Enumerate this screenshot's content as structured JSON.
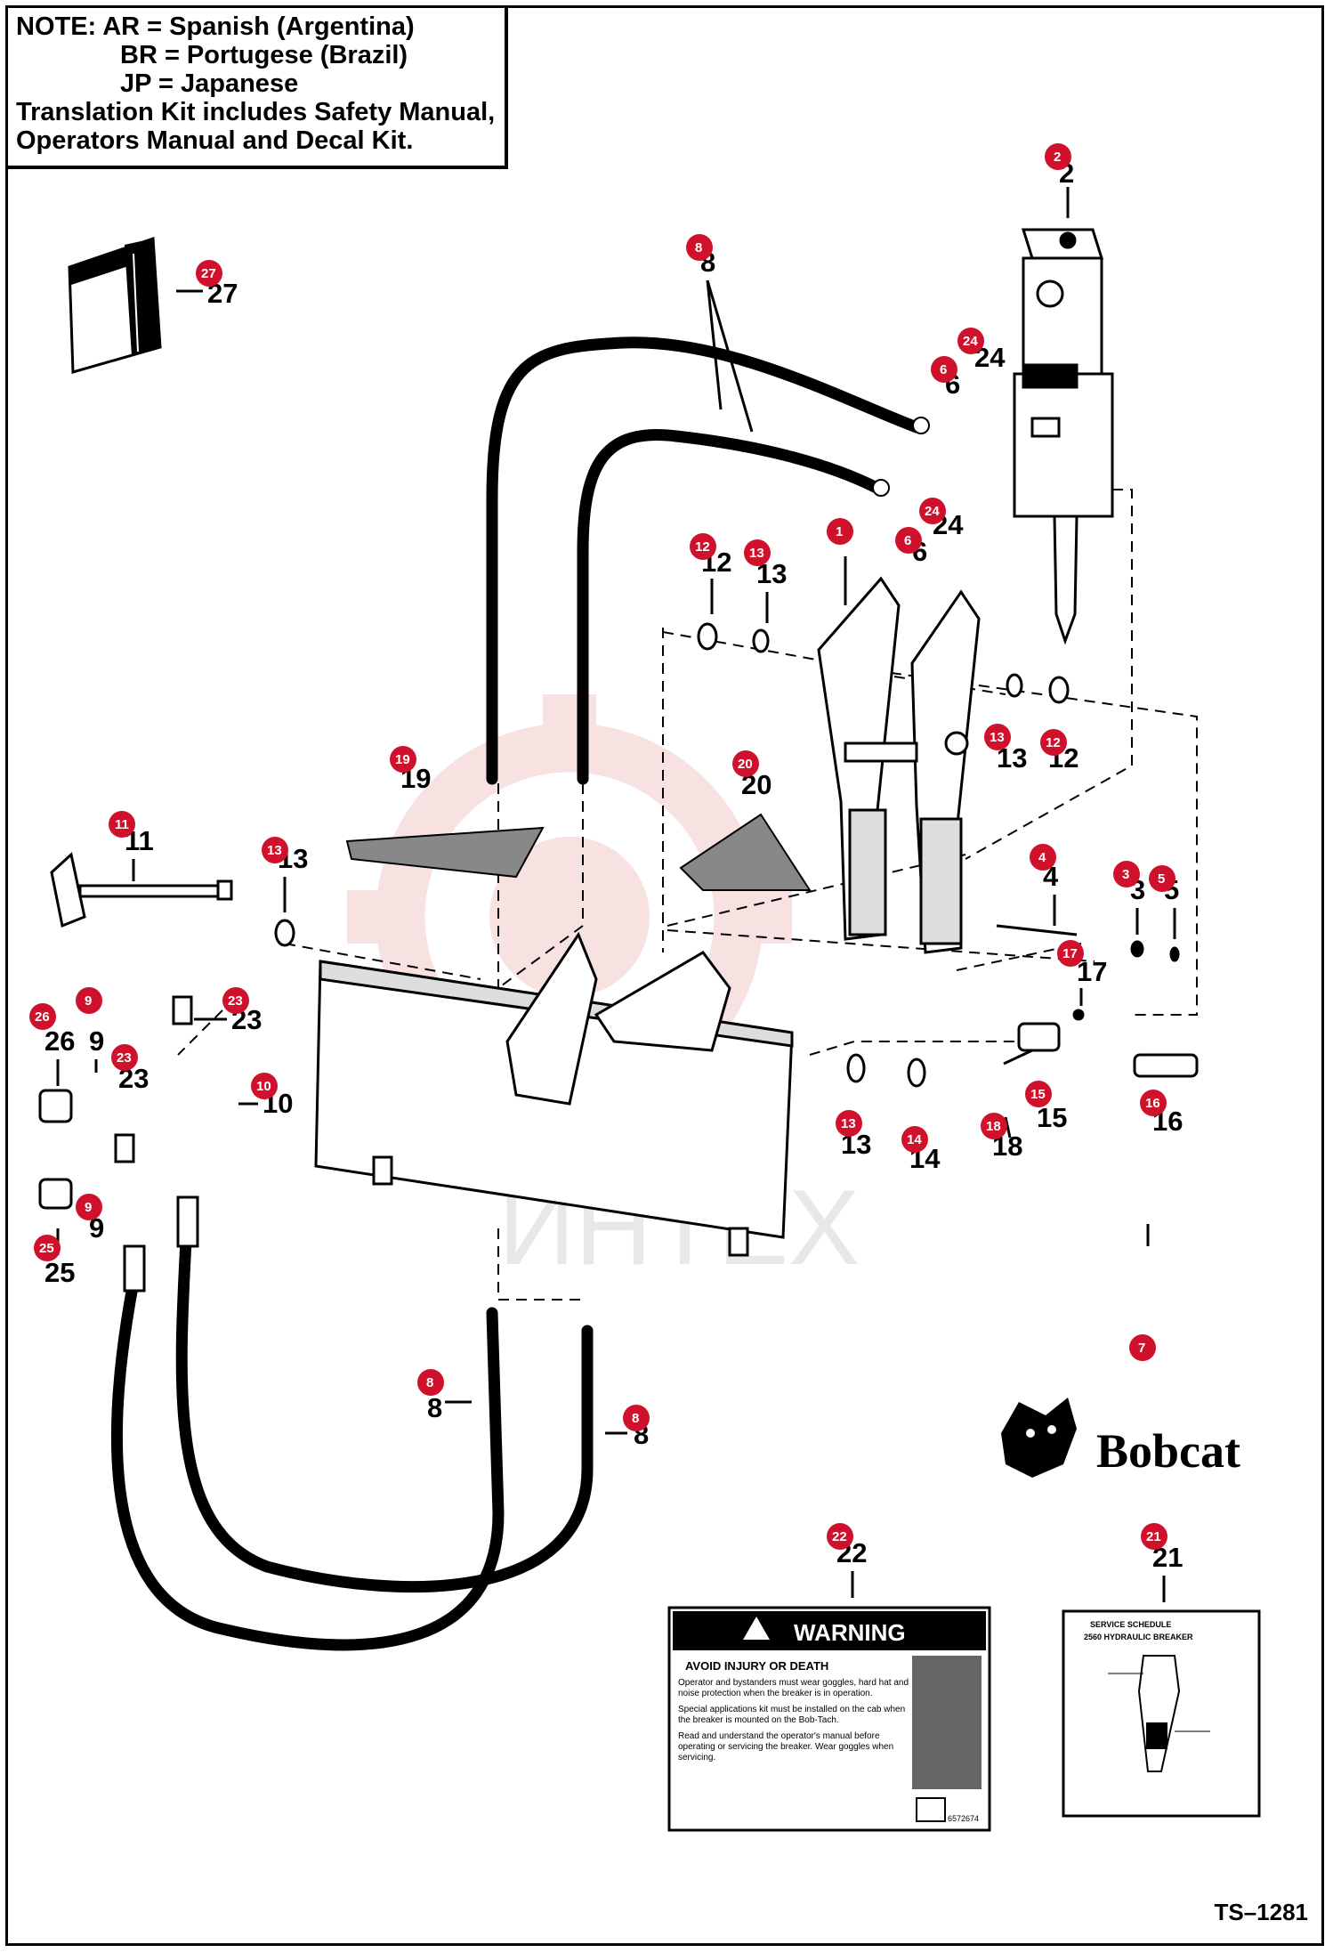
{
  "note": {
    "line1": "NOTE:   AR =  Spanish (Argentina)",
    "line2": "BR =  Portugese (Brazil)",
    "line3": "JP =   Japanese",
    "line4": "Translation Kit includes Safety Manual,",
    "line5": "Operators Manual and Decal Kit."
  },
  "drawing_number": "TS–1281",
  "watermark": "ИНТЕХ",
  "brand_name": "Bobcat",
  "warning_decal": {
    "title": "WARNING",
    "subtitle": "AVOID INJURY OR DEATH",
    "bullets": [
      "Operator and bystanders must wear goggles, hard hat and noise protection when the breaker is in operation.",
      "Special applications kit must be installed on the cab when the breaker is mounted on the Bob-Tach.",
      "Read and understand the operator's manual before operating or servicing the breaker. Wear goggles when servicing."
    ],
    "part_code": "6572674"
  },
  "service_decal": {
    "title": "SERVICE SCHEDULE",
    "subtitle": "2560 HYDRAULIC BREAKER"
  },
  "callouts": [
    {
      "id": "c2",
      "n": "2"
    },
    {
      "id": "c27",
      "n": "27"
    },
    {
      "id": "c8a",
      "n": "8"
    },
    {
      "id": "c24a",
      "n": "24"
    },
    {
      "id": "c6a",
      "n": "6"
    },
    {
      "id": "c24b",
      "n": "24"
    },
    {
      "id": "c6b",
      "n": "6"
    },
    {
      "id": "c12a",
      "n": "12"
    },
    {
      "id": "c13a",
      "n": "13"
    },
    {
      "id": "c1",
      "n": "1"
    },
    {
      "id": "c13b",
      "n": "13"
    },
    {
      "id": "c12b",
      "n": "12"
    },
    {
      "id": "c19",
      "n": "19"
    },
    {
      "id": "c20",
      "n": "20"
    },
    {
      "id": "c11",
      "n": "11"
    },
    {
      "id": "c13c",
      "n": "13"
    },
    {
      "id": "c4",
      "n": "4"
    },
    {
      "id": "c3",
      "n": "3"
    },
    {
      "id": "c5",
      "n": "5"
    },
    {
      "id": "c17",
      "n": "17"
    },
    {
      "id": "c26",
      "n": "26"
    },
    {
      "id": "c9a",
      "n": "9"
    },
    {
      "id": "c23a",
      "n": "23"
    },
    {
      "id": "c23b",
      "n": "23"
    },
    {
      "id": "c10",
      "n": "10"
    },
    {
      "id": "c13d",
      "n": "13"
    },
    {
      "id": "c14",
      "n": "14"
    },
    {
      "id": "c18",
      "n": "18"
    },
    {
      "id": "c15",
      "n": "15"
    },
    {
      "id": "c16",
      "n": "16"
    },
    {
      "id": "c9b",
      "n": "9"
    },
    {
      "id": "c25",
      "n": "25"
    },
    {
      "id": "c7",
      "n": "7"
    },
    {
      "id": "c8b",
      "n": "8"
    },
    {
      "id": "c8c",
      "n": "8"
    },
    {
      "id": "c22",
      "n": "22"
    },
    {
      "id": "c21",
      "n": "21"
    }
  ],
  "colors": {
    "badge": "#d0112b",
    "line": "#000000",
    "watermark": "#f3c9c9"
  }
}
